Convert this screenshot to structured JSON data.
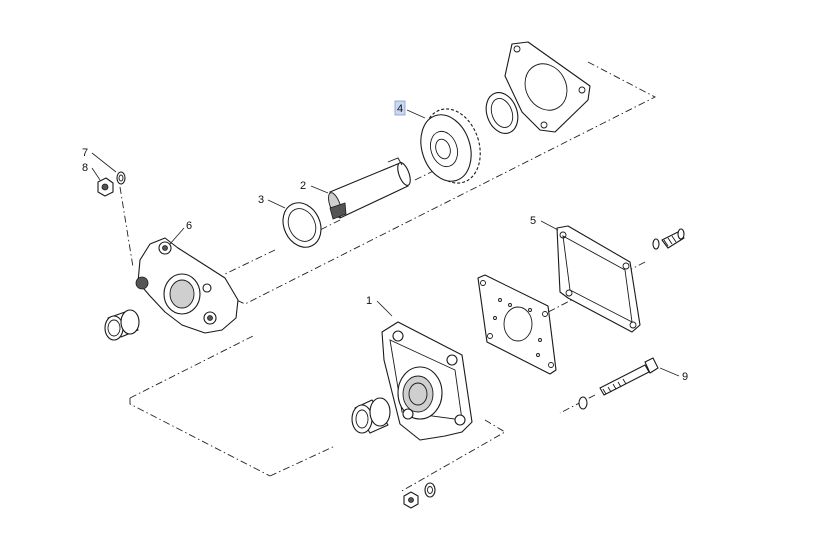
{
  "callouts": [
    {
      "label": "1"
    },
    {
      "label": "2"
    },
    {
      "label": "3"
    },
    {
      "label": "4",
      "highlighted": true
    },
    {
      "label": "5"
    },
    {
      "label": "6"
    },
    {
      "label": "7"
    },
    {
      "label": "8"
    },
    {
      "label": "9"
    }
  ],
  "colors": {
    "line": "#1a1a1a",
    "highlight": "#c9d9f3",
    "background": "#ffffff"
  }
}
